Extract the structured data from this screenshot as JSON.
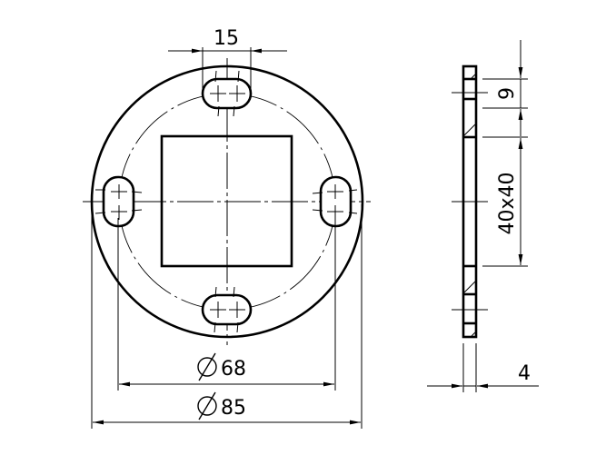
{
  "drawing": {
    "front_view": {
      "outer_diameter_label": "85",
      "pitch_circle_diameter_label": "68",
      "slot_width_label": "15",
      "diameter_symbol": "⌀"
    },
    "side_view": {
      "slot_length_label": "9",
      "square_size_label": "40x40",
      "thickness_label": "4"
    },
    "colors": {
      "line": "#000000",
      "background": "#ffffff"
    }
  }
}
